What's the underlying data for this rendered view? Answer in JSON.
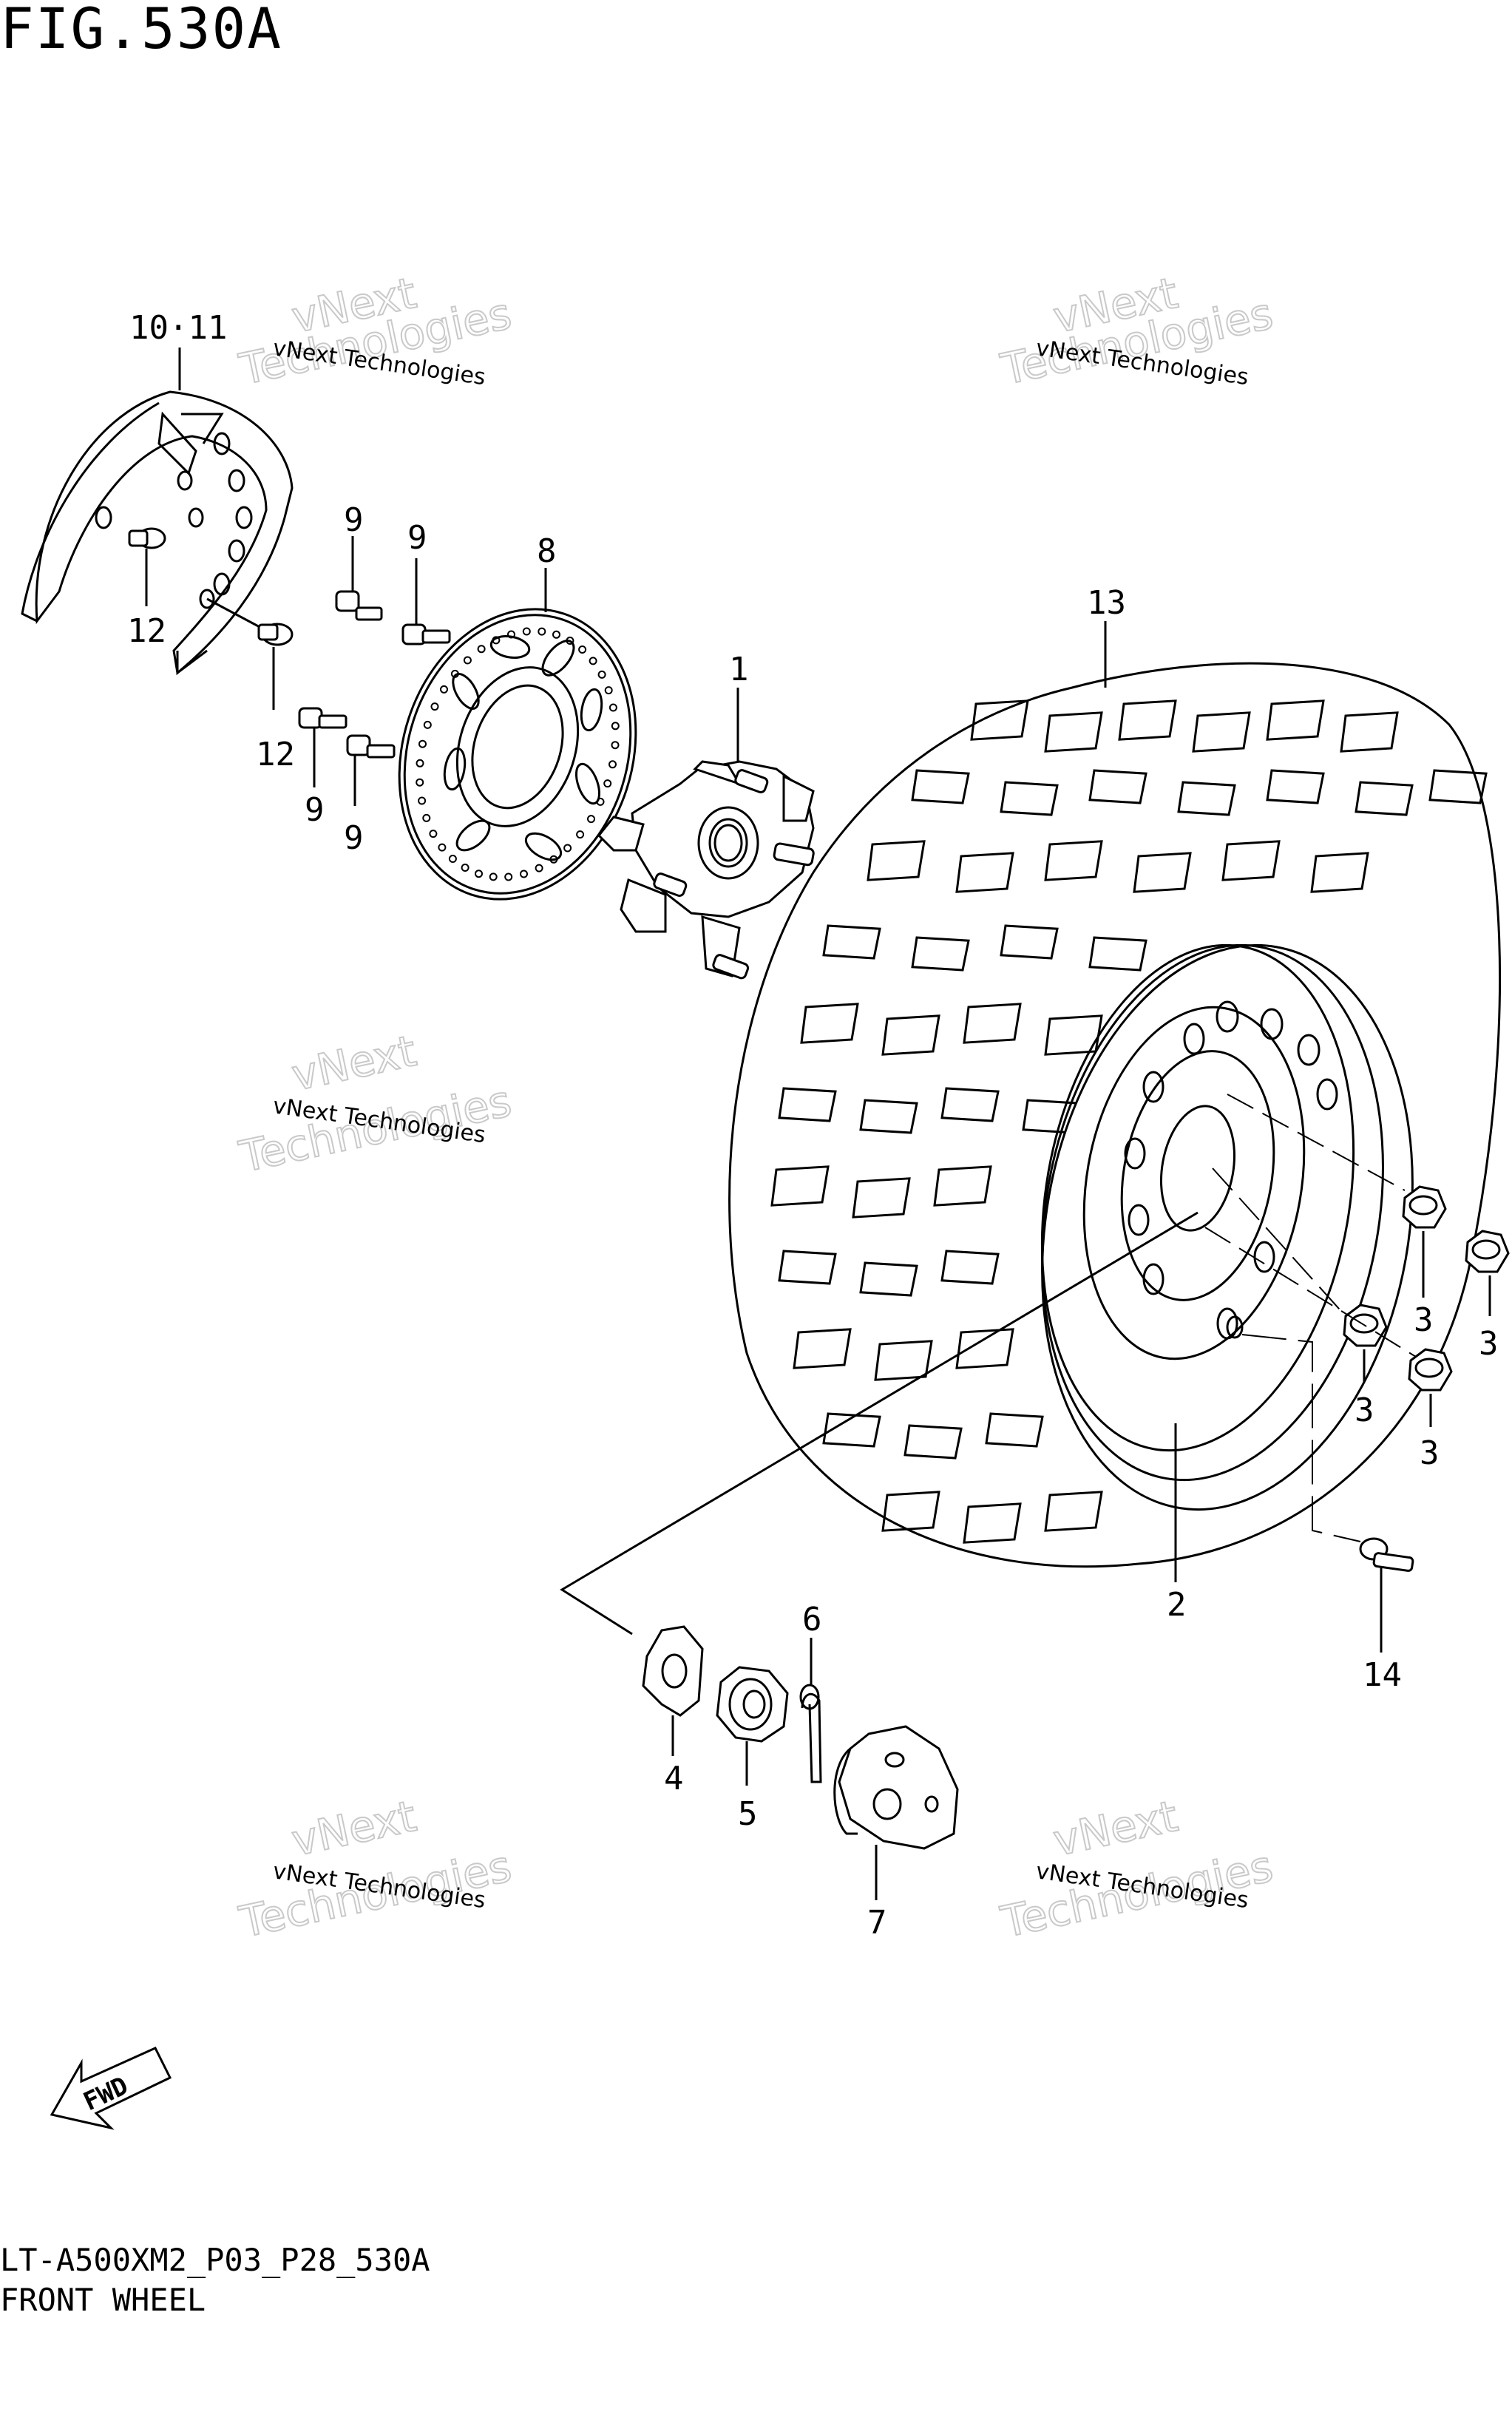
{
  "figure": {
    "title": "FIG.530A",
    "code": "LT-A500XM2_P03_P28_530A",
    "name": "FRONT WHEEL"
  },
  "fwd_label": "FWD",
  "watermark": {
    "line1": "vNext Technologies",
    "line2": "vNext",
    "line3": "Technologies"
  },
  "callouts": {
    "p1": "1",
    "p2": "2",
    "p3a": "3",
    "p3b": "3",
    "p3c": "3",
    "p3d": "3",
    "p4": "4",
    "p5": "5",
    "p6": "6",
    "p7": "7",
    "p8": "8",
    "p9a": "9",
    "p9b": "9",
    "p9c": "9",
    "p9d": "9",
    "p10_11": "10·11",
    "p12a": "12",
    "p12b": "12",
    "p13": "13",
    "p14": "14"
  }
}
